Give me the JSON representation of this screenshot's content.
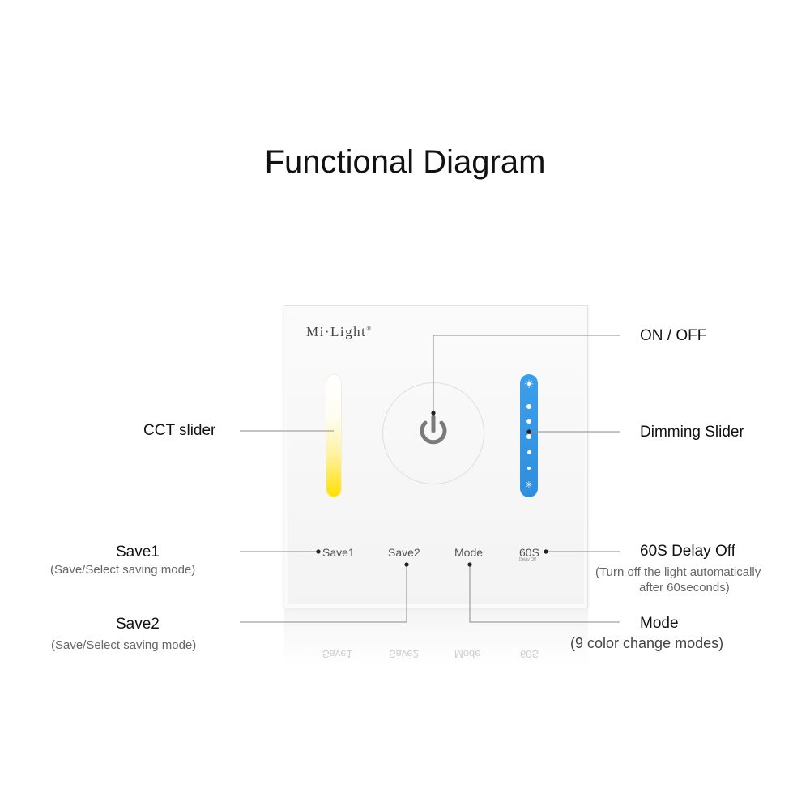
{
  "title": "Functional Diagram",
  "panel": {
    "brand": "Mi·Light",
    "brand_mark": "®",
    "buttons": {
      "save1": "Save1",
      "save2": "Save2",
      "mode": "Mode",
      "delay": "60S",
      "delay_sub": "Delay Off"
    }
  },
  "callouts": {
    "on_off": "ON / OFF",
    "cct_slider": "CCT slider",
    "dimming_slider": "Dimming Slider",
    "save1_title": "Save1",
    "save1_desc": "(Save/Select saving mode)",
    "delay_title": "60S Delay Off",
    "delay_desc_line1": "(Turn off the light automatically",
    "delay_desc_line2": "after 60seconds)",
    "save2_title": "Save2",
    "save2_desc": "(Save/Select saving mode)",
    "mode_title": "Mode",
    "mode_desc": "(9 color change modes)"
  },
  "icons": {
    "power": "power-icon",
    "sun": "sun-icon"
  },
  "colors": {
    "cct_warm": "#ffe000",
    "dimming_blue": "#3d9ee9",
    "power_gray": "#7a7a7a"
  }
}
